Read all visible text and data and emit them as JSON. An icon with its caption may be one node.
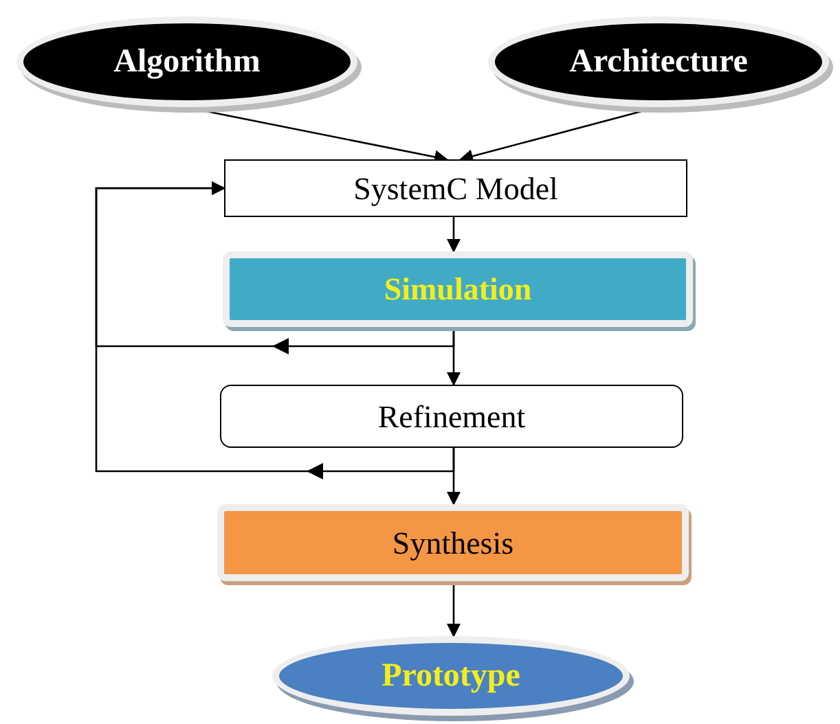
{
  "diagram": {
    "nodes": [
      {
        "text": [
          "Algorithm"
        ]
      },
      {
        "text": [
          "Architecture"
        ]
      },
      {
        "text": [
          "SystemC Model"
        ]
      },
      {
        "text": [
          "Simulation"
        ]
      },
      {
        "text": [
          "Refinement"
        ]
      },
      {
        "text": [
          "Synthesis"
        ]
      },
      {
        "text": [
          "Prototype"
        ]
      }
    ],
    "edges": [
      {
        "from": 0,
        "to": 2,
        "arrow": "to"
      },
      {
        "from": 1,
        "to": 2,
        "arrow": "to"
      },
      {
        "from": 2,
        "to": 3,
        "arrow": "to"
      },
      {
        "from": 3,
        "to": 4,
        "arrow": "to"
      },
      {
        "from": 3,
        "to": 2,
        "arrow": "to"
      },
      {
        "from": 4,
        "to": 5,
        "arrow": "to"
      },
      {
        "from": 4,
        "to": 2,
        "arrow": "to"
      },
      {
        "from": 5,
        "to": 6,
        "arrow": "to"
      }
    ]
  }
}
